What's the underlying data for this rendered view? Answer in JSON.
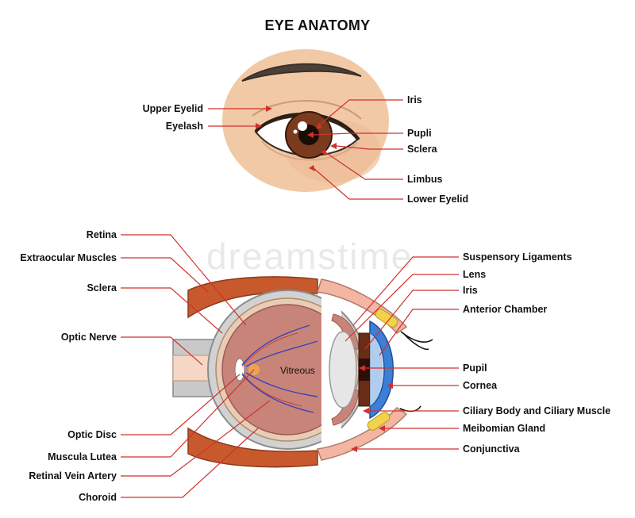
{
  "title": "EYE ANATOMY",
  "watermark": "dreamstime",
  "colors": {
    "leader_line": "#d0312d",
    "face_skin": "#f2c9a6",
    "iris": "#7a3b1e",
    "cornea": "#3b7fd6",
    "vitreous": "#c9847a",
    "muscle": "#c8592c",
    "nerve": "#f6d7c6"
  },
  "front_view": {
    "left_labels": [
      "Upper Eyelid",
      "Eyelash"
    ],
    "right_labels": [
      "Iris",
      "Pupli",
      "Sclera",
      "Limbus",
      "Lower Eyelid"
    ]
  },
  "cross_section": {
    "center_label": "Vitreous",
    "left_labels": [
      "Retina",
      "Extraocular Muscles",
      "Sclera",
      "Optic Nerve",
      "Optic Disc",
      "Musculа Lutea",
      "Retinal Vein Artery",
      "Choroid"
    ],
    "right_labels": [
      "Suspensory Ligaments",
      "Lens",
      "Iris",
      "Anterior Chamber",
      "Pupil",
      "Cornea",
      "Ciliary Body and Ciliary Muscle",
      "Meibomian Gland",
      "Conjunctiva"
    ]
  }
}
